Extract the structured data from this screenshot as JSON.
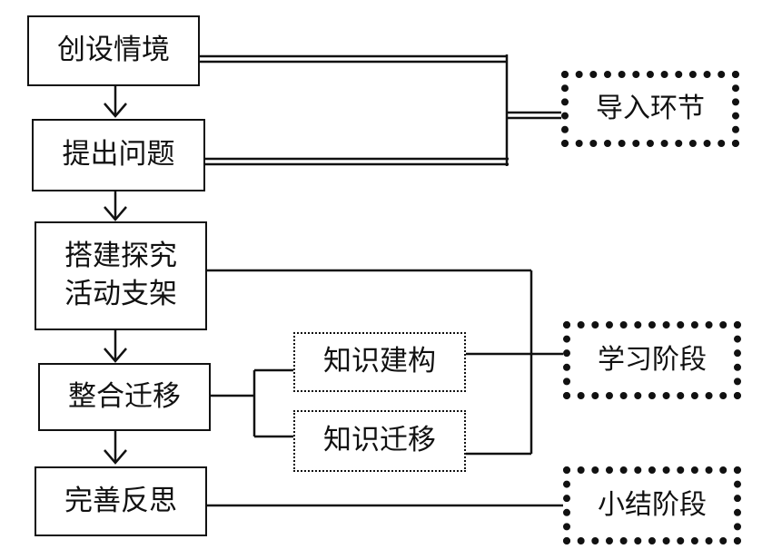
{
  "steps": {
    "s1": "创设情境",
    "s2": "提出问题",
    "s3": "搭建探究\n活动支架",
    "s4": "整合迁移",
    "s5": "完善反思"
  },
  "subs": {
    "k1": "知识建构",
    "k2": "知识迁移"
  },
  "stages": {
    "intro": "导入环节",
    "learn": "学习阶段",
    "summary": "小结阶段"
  }
}
